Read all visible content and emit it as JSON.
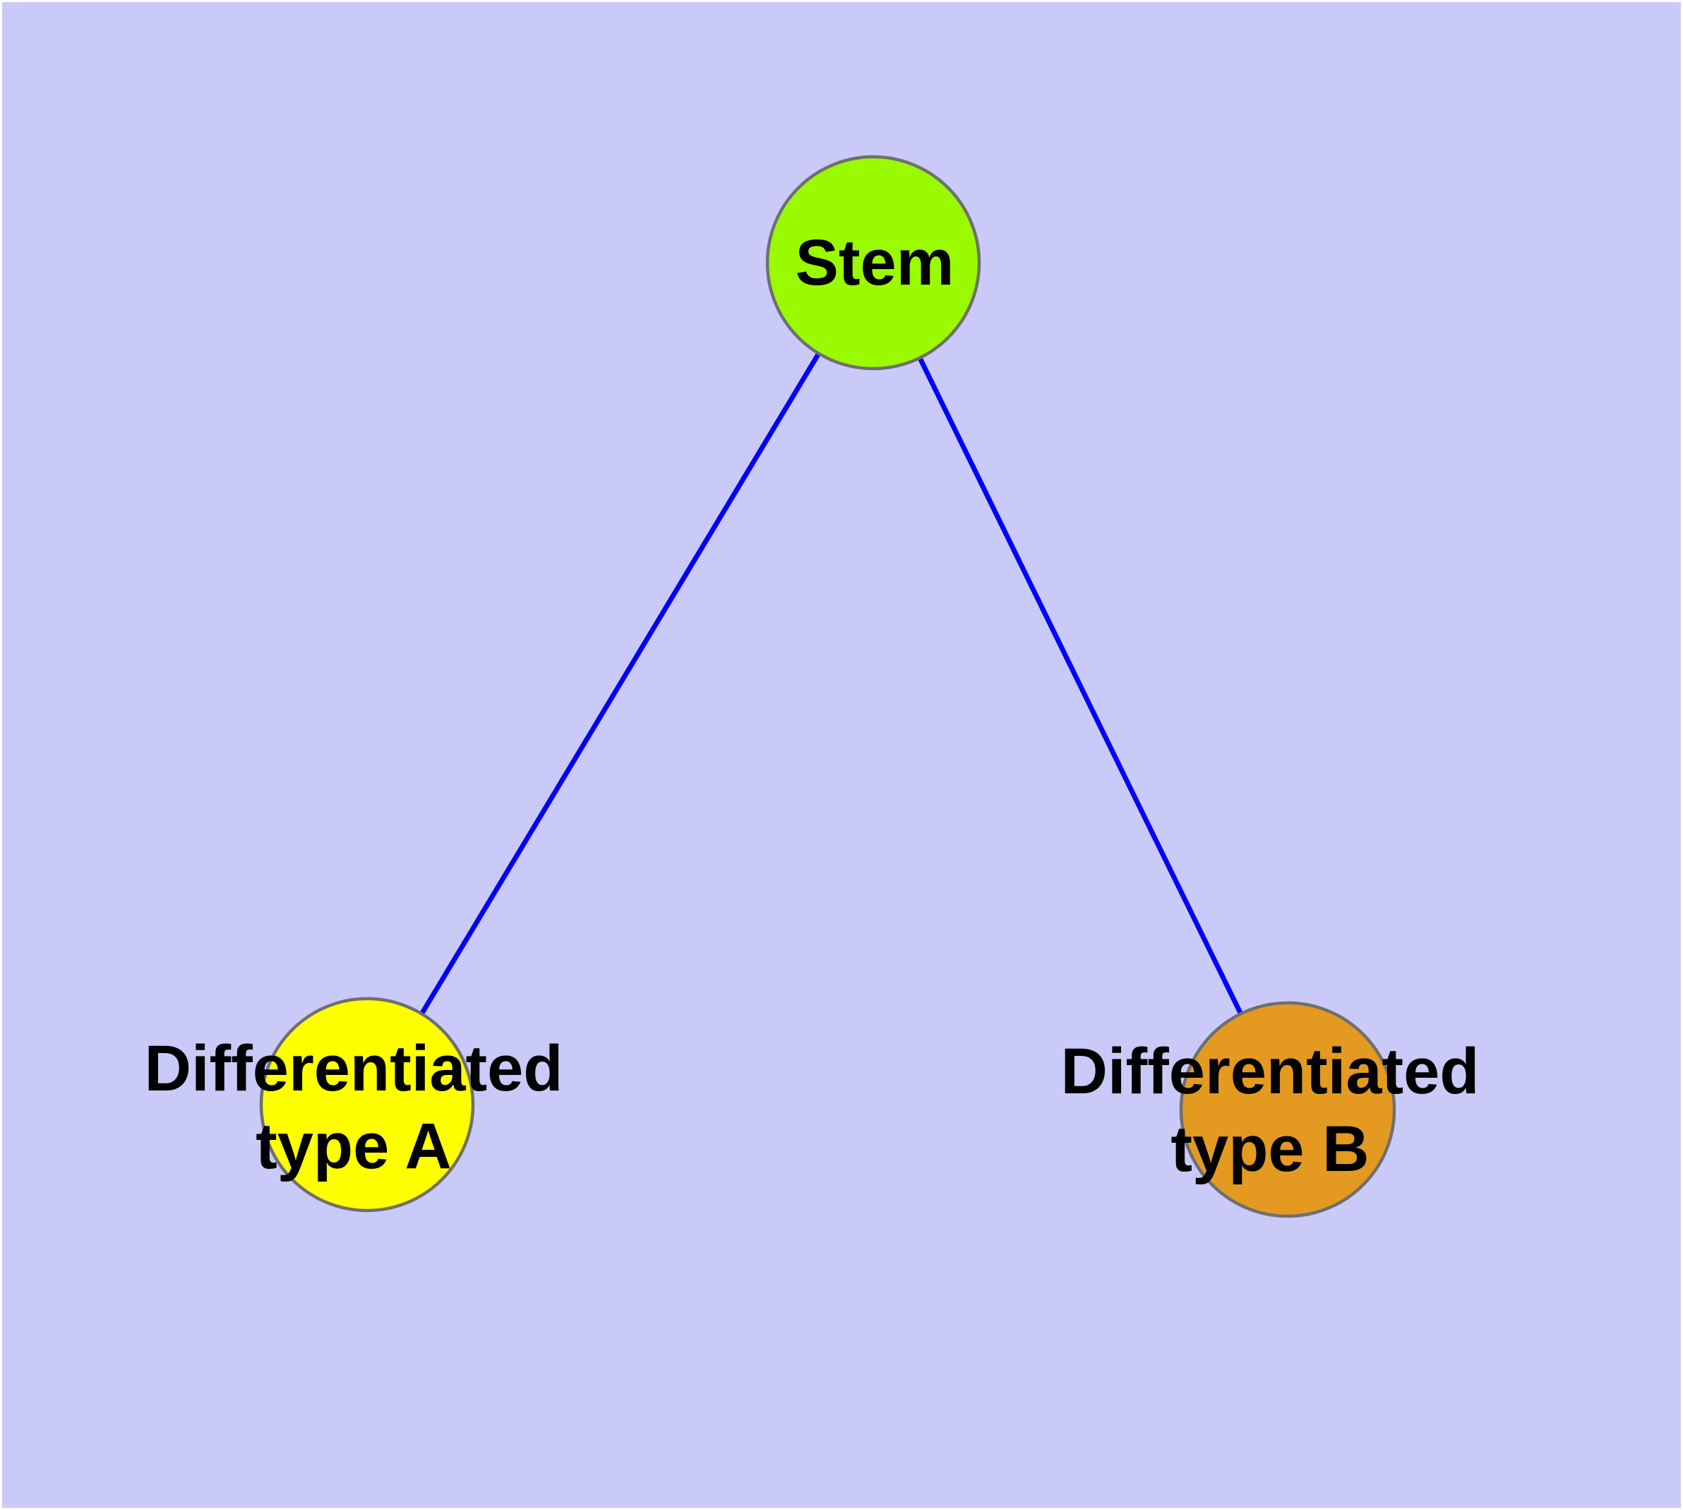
{
  "diagram": {
    "background_color": "#CACAF9",
    "frame_color": "#FFFFFF",
    "text_color": "#000000",
    "node_border_color": "#6F6F6F",
    "edge_color": "#0000FA",
    "nodes": [
      {
        "id": "stem",
        "label": "Stem",
        "fill": "#9AFA00"
      },
      {
        "id": "differentiated-type-a",
        "label_line1": "Differentiated",
        "label_line2": "type A",
        "fill": "#FFFF00"
      },
      {
        "id": "differentiated-type-b",
        "label_line1": "Differentiated",
        "label_line2": "type B",
        "fill": "#E49A21"
      }
    ],
    "edges": [
      {
        "from": "Stem",
        "to": "Differentiated type A"
      },
      {
        "from": "Stem",
        "to": "Differentiated type B"
      }
    ]
  }
}
